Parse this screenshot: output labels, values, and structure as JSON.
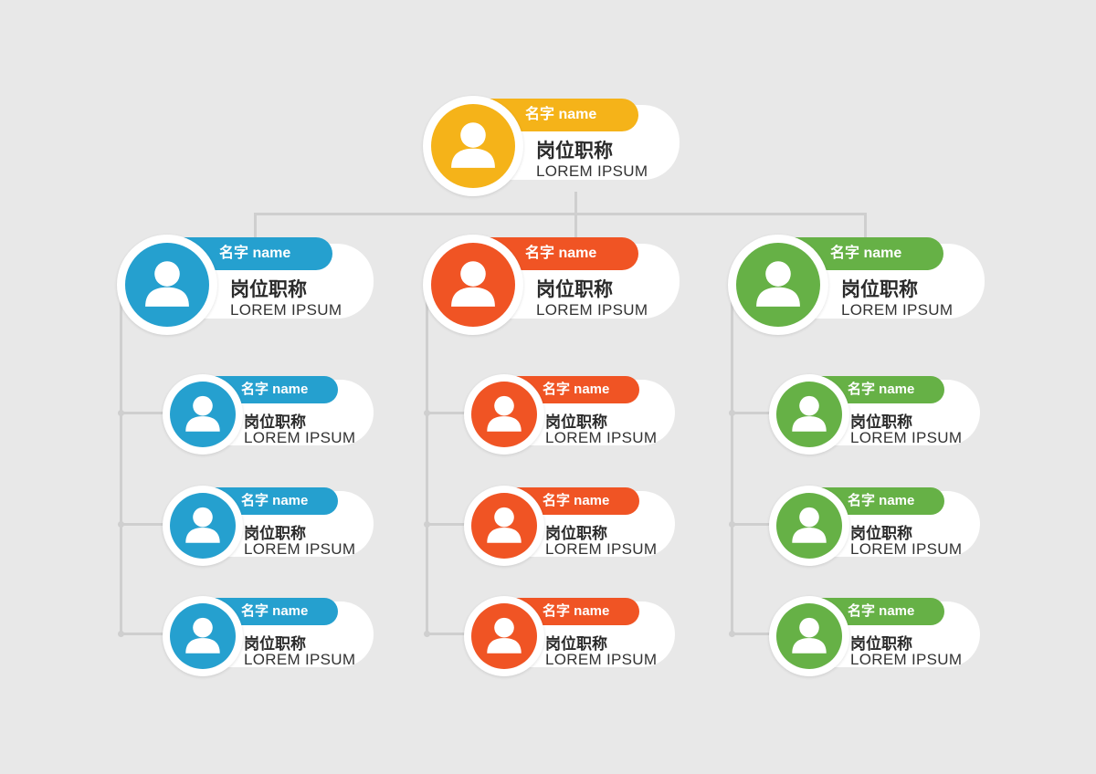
{
  "root": {
    "name": "名字  name",
    "title": "岗位职称",
    "subtitle": "LOREM IPSUM",
    "color": "#f5b319",
    "icon": "person-icon"
  },
  "branches": [
    {
      "color": "#25a0cf",
      "head": {
        "name": "名字  name",
        "title": "岗位职称",
        "subtitle": "LOREM IPSUM"
      },
      "members": [
        {
          "name": "名字  name",
          "title": "岗位职称",
          "subtitle": "LOREM IPSUM"
        },
        {
          "name": "名字  name",
          "title": "岗位职称",
          "subtitle": "LOREM IPSUM"
        },
        {
          "name": "名字  name",
          "title": "岗位职称",
          "subtitle": "LOREM IPSUM"
        }
      ]
    },
    {
      "color": "#f05424",
      "head": {
        "name": "名字  name",
        "title": "岗位职称",
        "subtitle": "LOREM IPSUM"
      },
      "members": [
        {
          "name": "名字  name",
          "title": "岗位职称",
          "subtitle": "LOREM IPSUM"
        },
        {
          "name": "名字  name",
          "title": "岗位职称",
          "subtitle": "LOREM IPSUM"
        },
        {
          "name": "名字  name",
          "title": "岗位职称",
          "subtitle": "LOREM IPSUM"
        }
      ]
    },
    {
      "color": "#66b146",
      "head": {
        "name": "名字  name",
        "title": "岗位职称",
        "subtitle": "LOREM IPSUM"
      },
      "members": [
        {
          "name": "名字  name",
          "title": "岗位职称",
          "subtitle": "LOREM IPSUM"
        },
        {
          "name": "名字  name",
          "title": "岗位职称",
          "subtitle": "LOREM IPSUM"
        },
        {
          "name": "名字  name",
          "title": "岗位职称",
          "subtitle": "LOREM IPSUM"
        }
      ]
    }
  ],
  "connector_color": "#cfcfcf",
  "background_color": "#e8e8e8"
}
